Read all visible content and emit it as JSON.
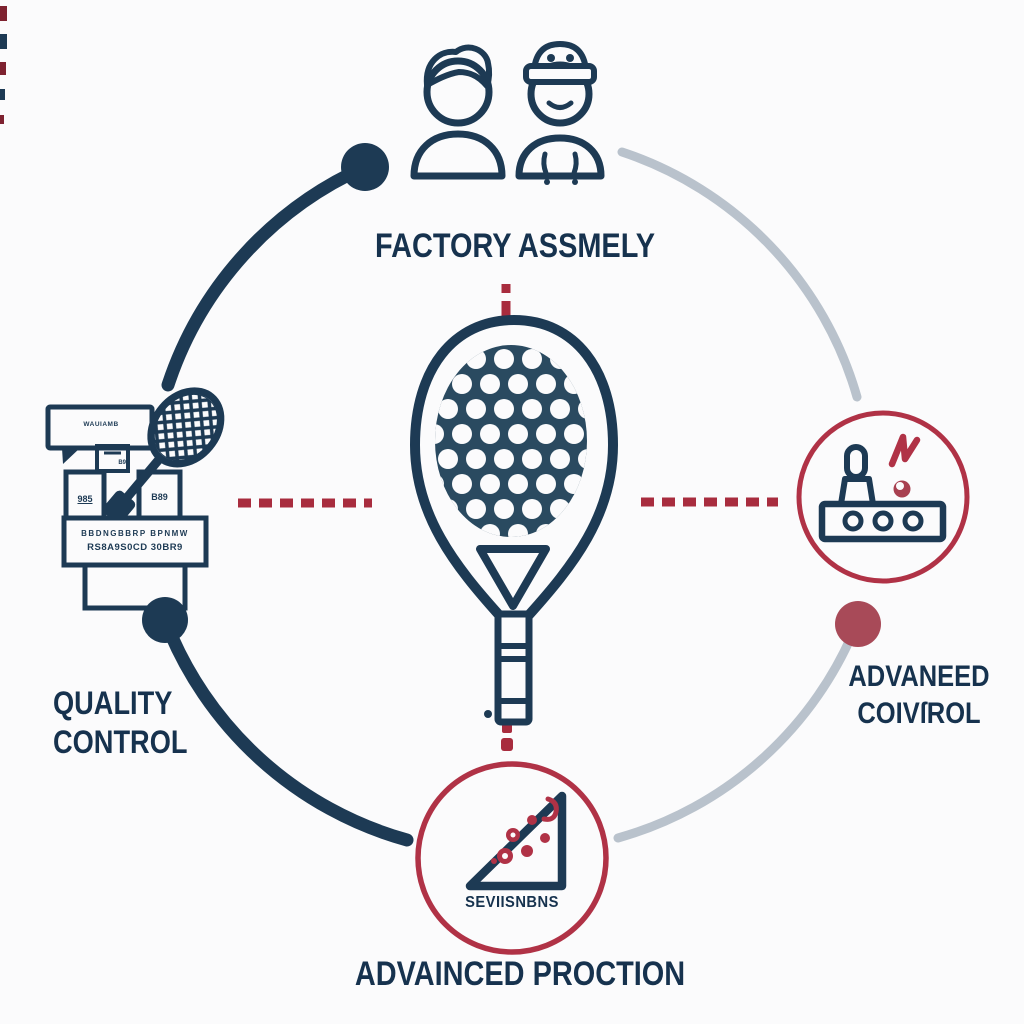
{
  "diagram": {
    "type": "circular-process",
    "stages": {
      "top": {
        "label": "FACTORY ASSMELY",
        "icon": "workers-icon"
      },
      "left": {
        "line1": "QUALITY",
        "line2": "CONTROL",
        "icon": "stringing-machine-icon",
        "machine": {
          "bubble": "WAUIAMB",
          "box_a": "985",
          "box_b": "B89",
          "box_c": "B9",
          "panel_row1": "BBDNGBBRP BPNMW",
          "panel_row2": "RS8A9S0CD 30BR9"
        }
      },
      "right": {
        "line1": "ADVANEED",
        "line2": "COIVſROL",
        "icon": "inspection-machine-icon"
      },
      "bottom": {
        "label": "ADVAINCED PROCTION",
        "triangle_text": "SEVIISNBNS",
        "icon": "sensors-triangle-icon"
      },
      "center": {
        "icon": "padel-racket-icon"
      }
    },
    "colors": {
      "navy": "#1d3a54",
      "navy_text": "#16324e",
      "racket_face": "#2a4a60",
      "crimson": "#b03246",
      "red_dash": "#a82c3e",
      "maroon_dot": "#a84a58",
      "gray_arc": "#b9c2cc",
      "background": "#fbfbfc"
    }
  }
}
